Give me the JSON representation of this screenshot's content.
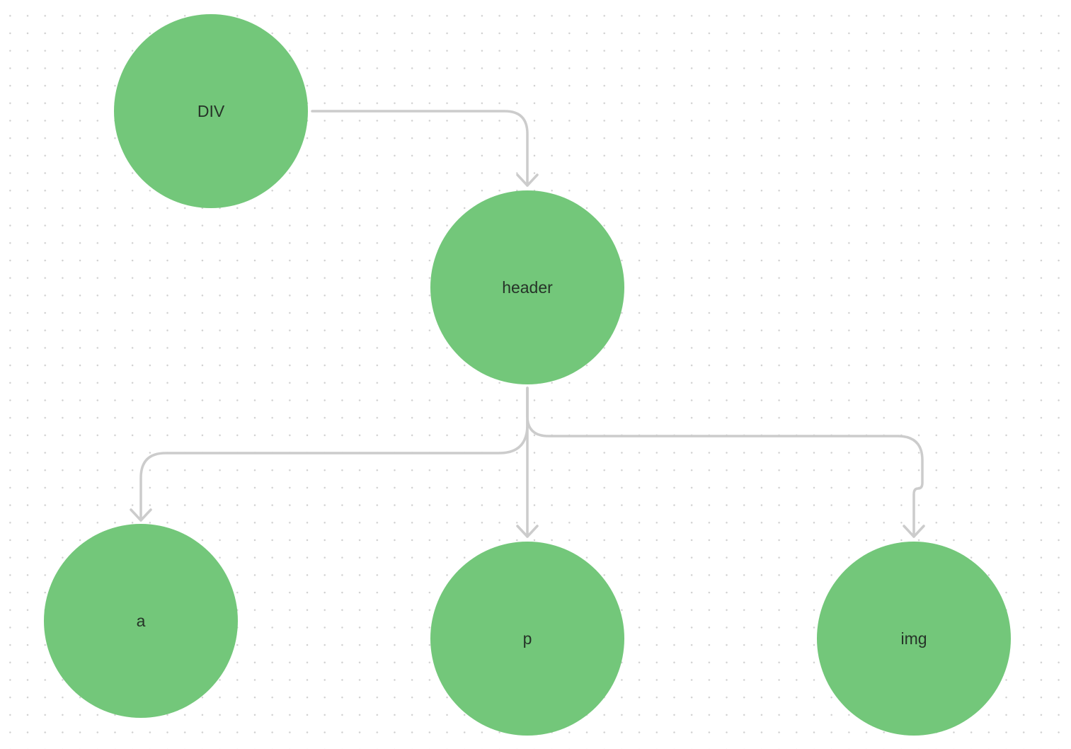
{
  "diagram": {
    "nodes": {
      "div": {
        "label": "DIV"
      },
      "header": {
        "label": "header"
      },
      "a": {
        "label": "a"
      },
      "p": {
        "label": "p"
      },
      "img": {
        "label": "img"
      }
    },
    "edges": [
      {
        "from": "DIV",
        "to": "header"
      },
      {
        "from": "header",
        "to": "a"
      },
      {
        "from": "header",
        "to": "p"
      },
      {
        "from": "header",
        "to": "img"
      }
    ],
    "colors": {
      "node_fill": "#73c77a",
      "edge_stroke": "#cccccc",
      "label_text": "#263328",
      "grid_dot": "#cfcfcf",
      "background": "#ffffff"
    }
  }
}
